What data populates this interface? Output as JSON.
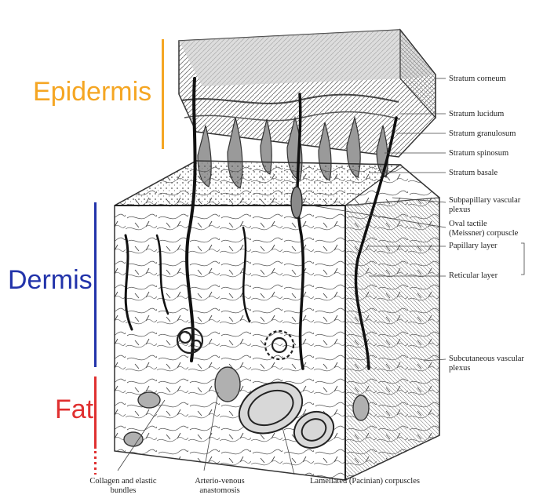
{
  "colors": {
    "epidermis": "#f5a623",
    "dermis": "#2233aa",
    "fat": "#e03030",
    "ink": "#333333"
  },
  "layers": {
    "epidermis": "Epidermis",
    "dermis": "Dermis",
    "fat": "Fat"
  },
  "right_labels": [
    "Stratum corneum",
    "Stratum lucidum",
    "Stratum granulosum",
    "Stratum spinosum",
    "Stratum basale",
    "Subpapillary vascular",
    "plexus",
    "Oval tactile",
    "(Meissner) corpuscle",
    "Papillary layer",
    "Reticular layer",
    "Subcutaneous vascular",
    "plexus"
  ],
  "bottom_labels": {
    "collagen_1": "Collagen and elastic",
    "collagen_2": "bundles",
    "arterio_1": "Arterio-venous",
    "arterio_2": "anastomosis",
    "lamellated": "Lamellated (Pacinian) corpuscles"
  }
}
